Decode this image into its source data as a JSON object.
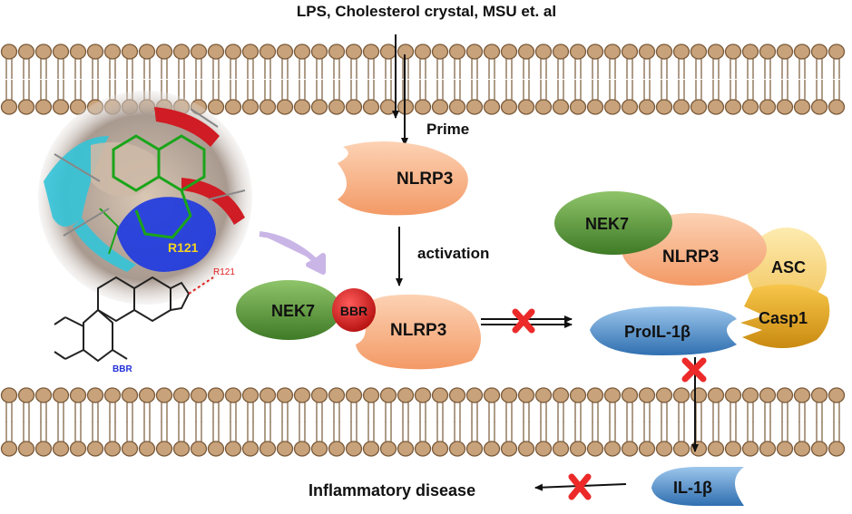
{
  "labels": {
    "stimulus": "LPS, Cholesterol crystal, MSU et. al",
    "prime": "Prime",
    "activation": "activation",
    "nlrp3_top": "NLRP3",
    "nek7_left": "NEK7",
    "bbr_badge": "BBR",
    "nlrp3_mid": "NLRP3",
    "nek7_right": "NEK7",
    "nlrp3_right": "NLRP3",
    "asc": "ASC",
    "casp1": "Casp1",
    "proil": "ProIL-1β",
    "il1b": "IL-1β",
    "disease": "Inflammatory disease",
    "residue_3d": "R121",
    "residue_2d": "R121",
    "bbr_structure": "BBR"
  },
  "colors": {
    "membrane": "#c8a27a",
    "membrane_stroke": "#7a5a3a",
    "nlrp3_fill": "#f7b48a",
    "nek7_fill": "#5e9a3c",
    "bbr_fill": "#d81e1e",
    "asc_fill": "#f9dc8a",
    "casp1_fill": "#e0a51f",
    "proil_fill": "#5f9bd2",
    "block_x": "#ec2a2a",
    "arrow_purple": "#c9b5e6"
  }
}
